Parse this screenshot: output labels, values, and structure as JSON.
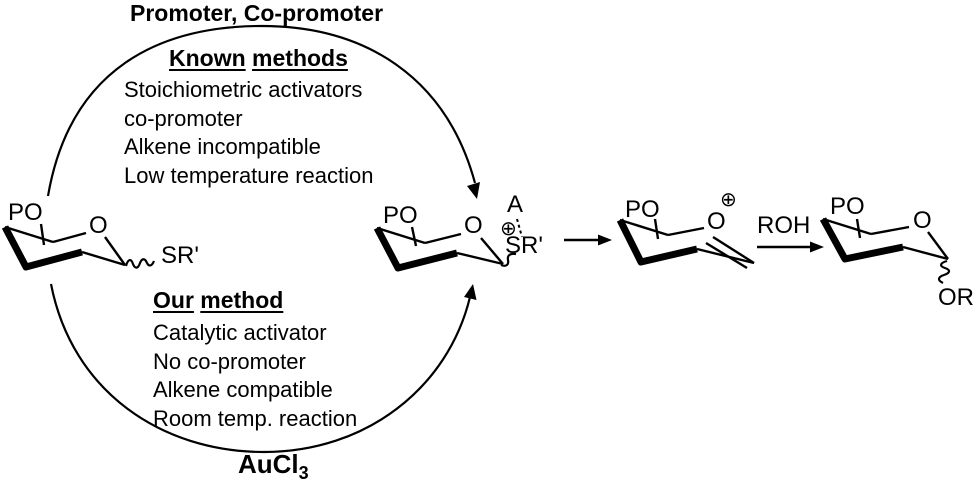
{
  "diagram": {
    "title": "Promoter, Co-promoter",
    "known_methods": {
      "heading": [
        "Known",
        "methods"
      ],
      "items": [
        "Stoichiometric activators",
        "co-promoter",
        "Alkene incompatible",
        "Low temperature reaction"
      ]
    },
    "our_method": {
      "heading": [
        "Our",
        "method"
      ],
      "items": [
        "Catalytic activator",
        "No co-promoter",
        "Alkene compatible",
        "Room temp. reaction"
      ],
      "catalyst": {
        "formula": "AuCl",
        "subscript": "3"
      }
    },
    "reagent": "ROH",
    "molecules": {
      "thioglycoside": {
        "protecting_group": "PO",
        "ring_oxygen": "O",
        "leaving_group": "SR'"
      },
      "activated_intermediate": {
        "protecting_group": "PO",
        "ring_oxygen": "O",
        "activator": "A",
        "charge": "⊕",
        "leaving_group": "SR'"
      },
      "oxocarbenium_ion": {
        "protecting_group": "PO",
        "ring_oxygen": "O",
        "charge": "⊕"
      },
      "glycoside_product": {
        "protecting_group": "PO",
        "ring_oxygen": "O",
        "anomeric_group": "OR"
      }
    },
    "colors": {
      "ink": "#000000",
      "background": "#ffffff"
    }
  }
}
